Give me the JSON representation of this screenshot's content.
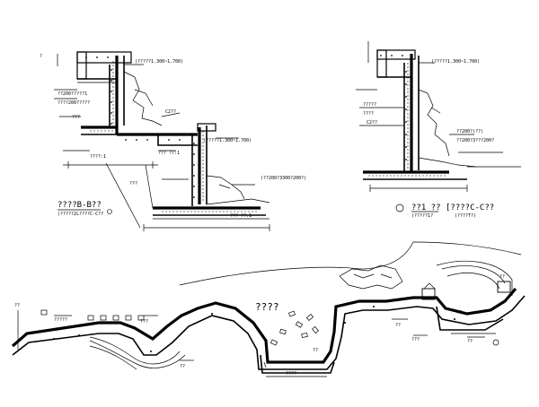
{
  "section_b": {
    "title": "????B-B??",
    "subtitle": "(?????2L????C-C??",
    "elev_top": "(?????1.300~1.700)",
    "elev_mid": "(?????1.300~1.700)",
    "elev_low": "(??200?3300?200?)",
    "dim_top": "?",
    "label_mid": "???",
    "label_a": "C2??",
    "label_b": "??? ??:1",
    "label_c": "???",
    "label_d": "??? ??:1",
    "note_1": "??200?????1",
    "note_2": "????200?????",
    "note_3": "????:1"
  },
  "section_c": {
    "title": "??1 ??",
    "code": "[????C-C??",
    "subtitle": "(?????1?",
    "subtitle2": "(????T?)",
    "elev_top": "(?????1.300~1.700)",
    "note_a": "??200?3???200?",
    "note_b": "????",
    "label_a": "??200?(??)",
    "label_b": "?????",
    "label_c": "C2??"
  },
  "plan": {
    "center_label": "????",
    "label_left": "?????",
    "label_mid1": "???",
    "label_mid2": "??",
    "label_right1": "??",
    "label_right2": "???",
    "label_right3": "??",
    "label_right4": "??",
    "label_right5": "??",
    "label_bottom": "????",
    "label_q": "??",
    "label_p": "??"
  }
}
